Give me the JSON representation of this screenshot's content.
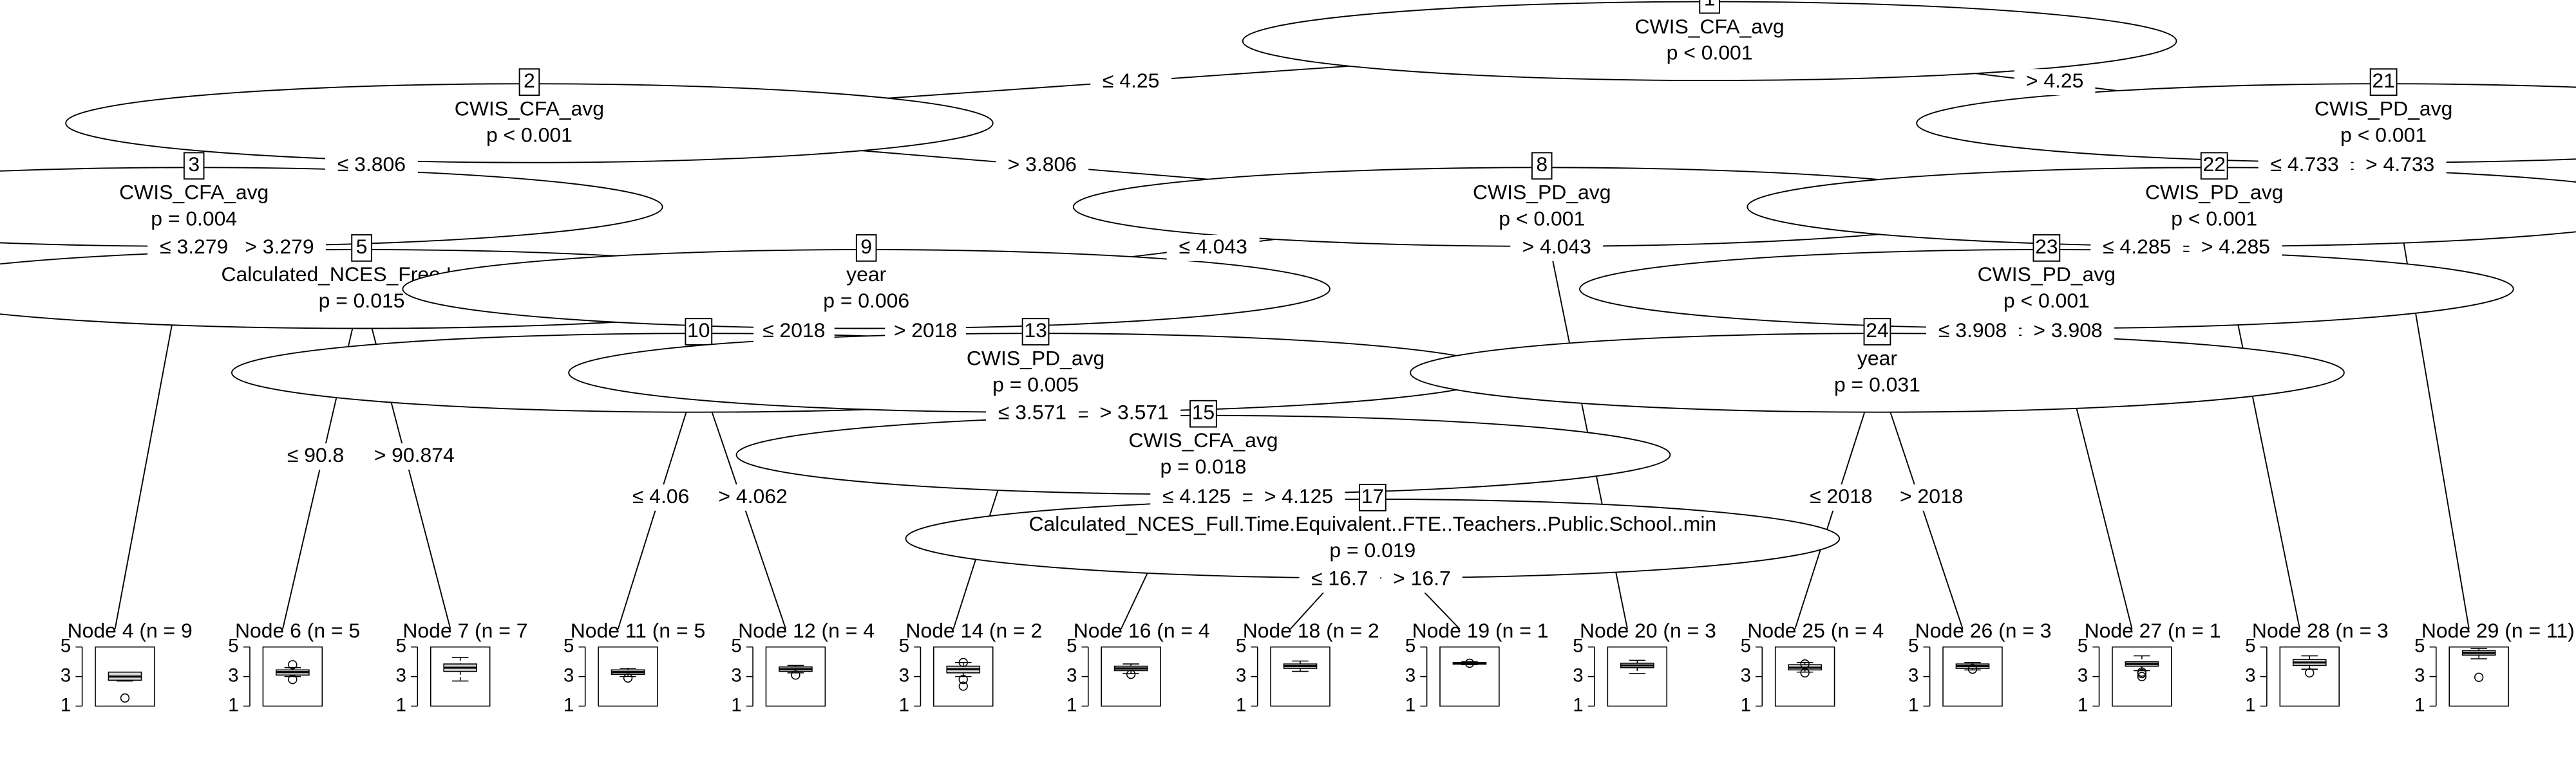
{
  "tree": {
    "inner_nodes": [
      {
        "id": "1",
        "variable": "CWIS_CFA_avg",
        "p": "p < 0.001"
      },
      {
        "id": "2",
        "variable": "CWIS_CFA_avg",
        "p": "p < 0.001"
      },
      {
        "id": "3",
        "variable": "CWIS_CFA_avg",
        "p": "p = 0.004"
      },
      {
        "id": "5",
        "variable": "Calculated_NCES_Free.Lunch",
        "p": "p = 0.015"
      },
      {
        "id": "8",
        "variable": "CWIS_PD_avg",
        "p": "p < 0.001"
      },
      {
        "id": "9",
        "variable": "year",
        "p": "p = 0.006"
      },
      {
        "id": "10",
        "variable": "",
        "p": ""
      },
      {
        "id": "13",
        "variable": "CWIS_PD_avg",
        "p": "p = 0.005"
      },
      {
        "id": "15",
        "variable": "CWIS_CFA_avg",
        "p": "p = 0.018"
      },
      {
        "id": "17",
        "variable": "Calculated_NCES_Full.Time.Equivalent..FTE..Teachers..Public.School..min",
        "p": "p = 0.019"
      },
      {
        "id": "21",
        "variable": "CWIS_PD_avg",
        "p": "p < 0.001"
      },
      {
        "id": "22",
        "variable": "CWIS_PD_avg",
        "p": "p < 0.001"
      },
      {
        "id": "23",
        "variable": "CWIS_PD_avg",
        "p": "p < 0.001"
      },
      {
        "id": "24",
        "variable": "year",
        "p": "p = 0.031"
      }
    ],
    "edge_labels": [
      {
        "id": "e1L",
        "text": "≤ 4.25"
      },
      {
        "id": "e1R",
        "text": "> 4.25"
      },
      {
        "id": "e2L",
        "text": "≤ 3.806"
      },
      {
        "id": "e2R",
        "text": "> 3.806"
      },
      {
        "id": "e3L",
        "text": "≤ 3.279"
      },
      {
        "id": "e3R",
        "text": "> 3.279"
      },
      {
        "id": "e5L",
        "text": "≤ 90.8"
      },
      {
        "id": "e5R",
        "text": "> 90.874"
      },
      {
        "id": "e8L",
        "text": "≤ 4.043"
      },
      {
        "id": "e8R",
        "text": "> 4.043"
      },
      {
        "id": "e9L",
        "text": "≤ 2018"
      },
      {
        "id": "e9R",
        "text": "> 2018"
      },
      {
        "id": "e10L",
        "text": "≤ 4.06"
      },
      {
        "id": "e10R",
        "text": "> 4.062"
      },
      {
        "id": "e13L",
        "text": "≤ 3.571"
      },
      {
        "id": "e13R",
        "text": "> 3.571"
      },
      {
        "id": "e15L",
        "text": "≤ 4.125"
      },
      {
        "id": "e15R",
        "text": "> 4.125"
      },
      {
        "id": "e17L",
        "text": "≤ 16.7"
      },
      {
        "id": "e17R",
        "text": "> 16.7"
      },
      {
        "id": "e21L",
        "text": "≤ 4.733"
      },
      {
        "id": "e21R",
        "text": "> 4.733"
      },
      {
        "id": "e22L",
        "text": "≤ 4.285"
      },
      {
        "id": "e22R",
        "text": "> 4.285"
      },
      {
        "id": "e23L",
        "text": "≤ 3.908"
      },
      {
        "id": "e23R",
        "text": "> 3.908"
      },
      {
        "id": "e24L",
        "text": "≤ 2018"
      },
      {
        "id": "e24R",
        "text": "> 2018"
      }
    ],
    "terminal_nodes": [
      {
        "id": "4",
        "label": "Node 4 (n = 9",
        "median": 3.0,
        "q1": 2.75,
        "q3": 3.3,
        "wlo": 2.7,
        "whi": 3.3,
        "outliers": [
          1.55
        ]
      },
      {
        "id": "6",
        "label": "Node 6 (n = 5",
        "median": 3.3,
        "q1": 3.1,
        "q3": 3.45,
        "wlo": 3.0,
        "whi": 3.6,
        "outliers": [
          2.8,
          3.8
        ]
      },
      {
        "id": "7",
        "label": "Node 7 (n = 7",
        "median": 3.6,
        "q1": 3.35,
        "q3": 3.85,
        "wlo": 2.7,
        "whi": 4.3,
        "outliers": []
      },
      {
        "id": "11",
        "label": "Node 11 (n = 5",
        "median": 3.3,
        "q1": 3.15,
        "q3": 3.45,
        "wlo": 3.0,
        "whi": 3.55,
        "outliers": [
          2.9
        ]
      },
      {
        "id": "12",
        "label": "Node 12 (n = 4",
        "median": 3.5,
        "q1": 3.35,
        "q3": 3.65,
        "wlo": 3.25,
        "whi": 3.75,
        "outliers": [
          3.1
        ]
      },
      {
        "id": "14",
        "label": "Node 14 (n = 2",
        "median": 3.5,
        "q1": 3.25,
        "q3": 3.7,
        "wlo": 3.0,
        "whi": 3.95,
        "outliers": [
          2.8,
          2.35,
          3.95
        ]
      },
      {
        "id": "16",
        "label": "Node 16 (n = 4",
        "median": 3.55,
        "q1": 3.4,
        "q3": 3.7,
        "wlo": 3.2,
        "whi": 3.85,
        "outliers": [
          3.15
        ]
      },
      {
        "id": "18",
        "label": "Node 18 (n = 2",
        "median": 3.7,
        "q1": 3.55,
        "q3": 3.85,
        "wlo": 3.35,
        "whi": 4.05,
        "outliers": []
      },
      {
        "id": "19",
        "label": "Node 19 (n = 1",
        "median": 3.9,
        "q1": 3.85,
        "q3": 3.95,
        "wlo": 3.8,
        "whi": 4.0,
        "outliers": [
          3.9
        ]
      },
      {
        "id": "20",
        "label": "Node 20 (n = 3",
        "median": 3.75,
        "q1": 3.6,
        "q3": 3.9,
        "wlo": 3.2,
        "whi": 4.1,
        "outliers": []
      },
      {
        "id": "25",
        "label": "Node 25 (n = 4",
        "median": 3.6,
        "q1": 3.45,
        "q3": 3.8,
        "wlo": 3.3,
        "whi": 3.95,
        "outliers": [
          3.25,
          3.85
        ]
      },
      {
        "id": "26",
        "label": "Node 26 (n = 3",
        "median": 3.7,
        "q1": 3.55,
        "q3": 3.85,
        "wlo": 3.45,
        "whi": 3.95,
        "outliers": [
          3.5
        ]
      },
      {
        "id": "27",
        "label": "Node 27 (n = 1",
        "median": 3.85,
        "q1": 3.7,
        "q3": 4.0,
        "wlo": 3.4,
        "whi": 4.4,
        "outliers": [
          3.0,
          3.3,
          3.2
        ]
      },
      {
        "id": "28",
        "label": "Node 28 (n = 3",
        "median": 3.95,
        "q1": 3.75,
        "q3": 4.15,
        "wlo": 3.5,
        "whi": 4.4,
        "outliers": [
          3.25
        ]
      },
      {
        "id": "29",
        "label": "Node 29 (n = 11)",
        "median": 4.6,
        "q1": 4.45,
        "q3": 4.75,
        "wlo": 4.2,
        "whi": 4.9,
        "outliers": [
          2.95
        ]
      }
    ],
    "y_ticks": [
      "5",
      "3",
      "1"
    ]
  }
}
